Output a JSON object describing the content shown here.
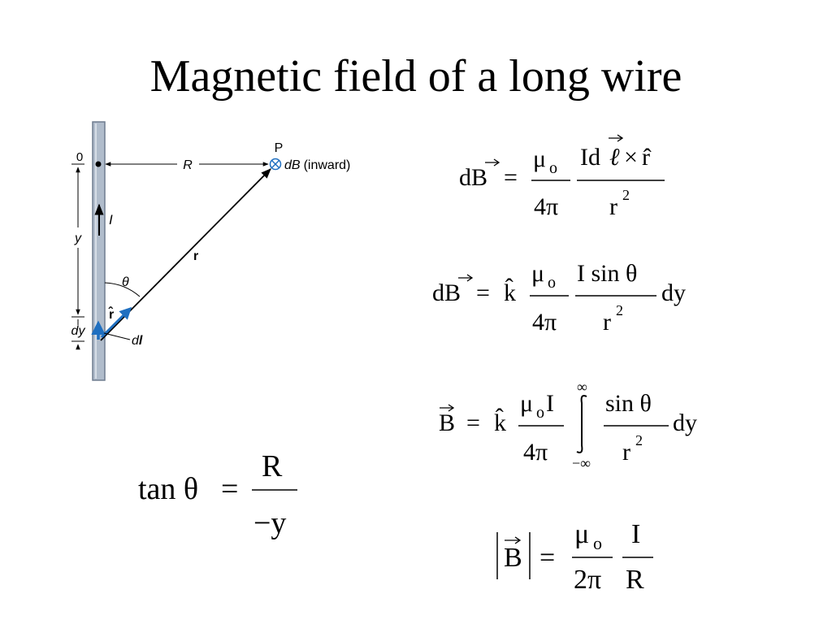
{
  "title": "Magnetic field of a long wire",
  "figure": {
    "label_origin": "0",
    "label_R": "R",
    "label_P": "P",
    "label_dB": "dB",
    "label_inward": "(inward)",
    "label_I": "I",
    "label_y": "y",
    "label_theta": "θ",
    "label_r": "r",
    "label_rhat": "r̂",
    "label_dy": "dy",
    "label_dl_d": "d",
    "label_dl_l": "l",
    "colors": {
      "wire": "#b0bccb",
      "wire_edge": "#6f7d8f",
      "vector": "#1f6fc0"
    }
  },
  "equations": {
    "eq1": {
      "lhs": "dB",
      "eq": "=",
      "mu": "μ",
      "sub_o": "o",
      "four_pi": "4π",
      "num_I": "Id",
      "ell": "ℓ",
      "cross": "×",
      "r_hat": "r̂",
      "den_r": "r",
      "sup_2": "2"
    },
    "eq2": {
      "lhs": "dB",
      "eq": "=",
      "k_hat": "k̂",
      "mu": "μ",
      "sub_o": "o",
      "four_pi": "4π",
      "num": "I sin θ",
      "den_r": "r",
      "sup_2": "2",
      "dy": "dy"
    },
    "eq3": {
      "lhs": "B",
      "eq": "=",
      "k_hat": "k̂",
      "mu": "μ",
      "sub_o": "o",
      "I": "I",
      "four_pi": "4π",
      "upper": "∞",
      "lower": "−∞",
      "num": "sin θ",
      "den_r": "r",
      "sup_2": "2",
      "dy": "dy"
    },
    "eq4": {
      "lhs": "tan θ",
      "eq": "=",
      "num": "R",
      "den": "−y"
    },
    "eq5": {
      "B": "B",
      "eq": "=",
      "mu": "μ",
      "sub_o": "o",
      "two_pi": "2π",
      "num_I": "I",
      "den_R": "R"
    }
  }
}
